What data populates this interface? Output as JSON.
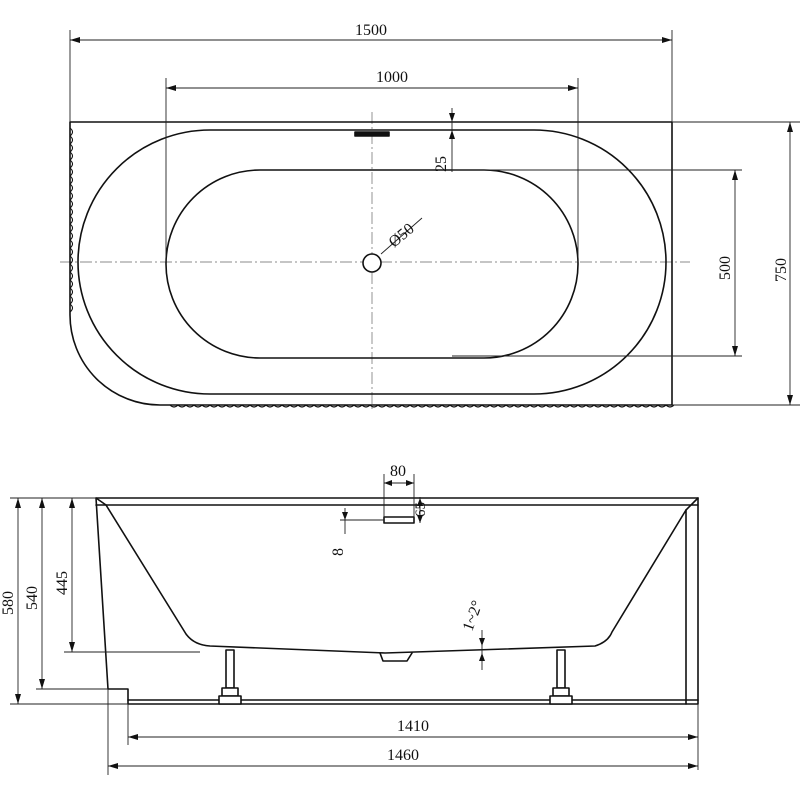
{
  "plan_view": {
    "dimensions": {
      "overall_length": "1500",
      "inner_basin_length": "1000",
      "rim_offset": "25",
      "drain_diameter": "Ø50",
      "inner_basin_width": "500",
      "overall_width": "750"
    }
  },
  "side_view": {
    "dimensions": {
      "overflow_width": "80",
      "overflow_height": "65",
      "overflow_offset": "8",
      "total_height": "580",
      "height_540": "540",
      "inner_depth": "445",
      "floor_slope": "1~2°",
      "foot_span": "1410",
      "base_length": "1460"
    }
  }
}
